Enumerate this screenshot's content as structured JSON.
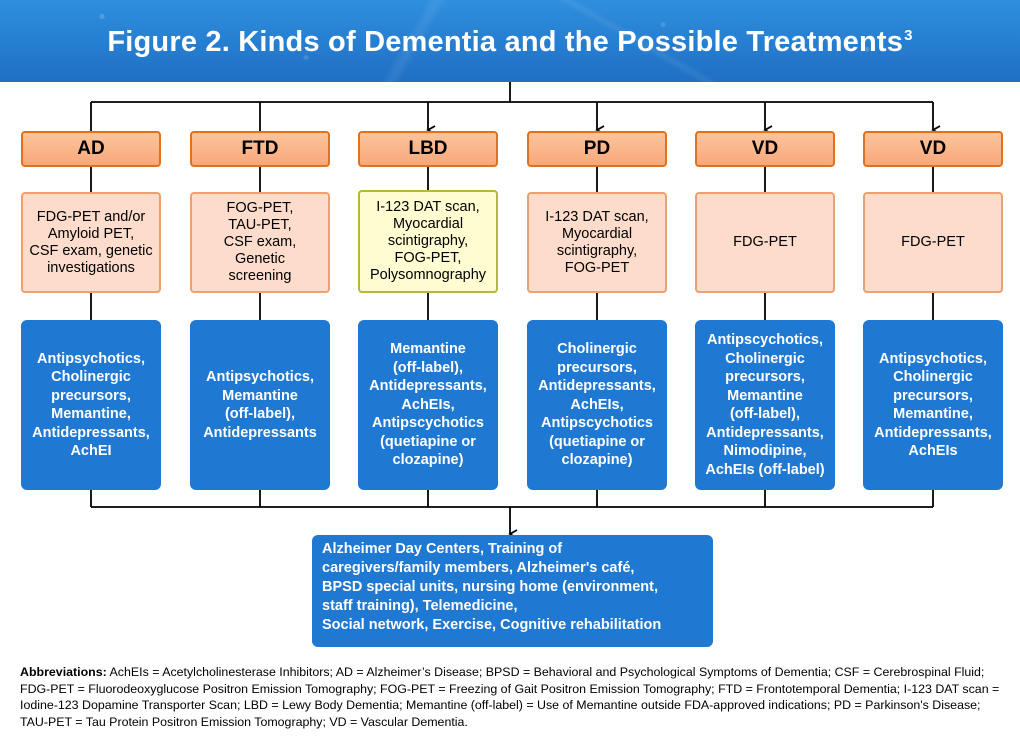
{
  "header": {
    "title": "Figure 2. Kinds of Dementia and the Possible Treatments",
    "title_superscript": "3"
  },
  "columns": [
    {
      "abbr": "AD",
      "diagnostics": "FDG-PET and/or\nAmyloid PET,\nCSF exam, genetic\ninvestigations",
      "diagnostics_style": "peach",
      "treatments": "Antipsychotics,\nCholinergic\nprecursors,\nMemantine,\nAntidepressants,\nAchEI"
    },
    {
      "abbr": "FTD",
      "diagnostics": "FOG-PET,\nTAU-PET,\nCSF exam,\nGenetic\nscreening",
      "diagnostics_style": "peach",
      "treatments": "Antipsychotics,\nMemantine\n(off-label),\nAntidepressants"
    },
    {
      "abbr": "LBD",
      "diagnostics": "I-123 DAT scan,\nMyocardial\nscintigraphy,\nFOG-PET,\nPolysomnography",
      "diagnostics_style": "yellow",
      "treatments": "Memantine\n(off-label),\nAntidepressants,\nAchEIs,\nAntipscychotics\n(quetiapine or\nclozapine)"
    },
    {
      "abbr": "PD",
      "diagnostics": "I-123 DAT scan,\nMyocardial\nscintigraphy,\nFOG-PET",
      "diagnostics_style": "peach",
      "treatments": "Cholinergic\nprecursors,\nAntidepressants,\nAchEIs,\nAntipscychotics\n(quetiapine or\nclozapine)"
    },
    {
      "abbr": "VD",
      "diagnostics": "FDG-PET",
      "diagnostics_style": "peach",
      "treatments": "Antipscychotics,\nCholinergic\nprecursors,\nMemantine\n(off-label),\nAntidepressants,\nNimodipine,\nAchEIs (off-label)"
    },
    {
      "abbr": "VD",
      "diagnostics": "FDG-PET",
      "diagnostics_style": "peach",
      "treatments": "Antipsychotics,\nCholinergic\nprecursors,\nMemantine,\nAntidepressants,\nAchEIs"
    }
  ],
  "common_care": {
    "lines": [
      "Alzheimer Day Centers, Training of",
      "caregivers/family members, Alzheimer's café,",
      "BPSD special units, nursing home (environment,",
      "staff training), Telemedicine,",
      "Social network, Exercise, Cognitive rehabilitation"
    ]
  },
  "abbreviations": {
    "label": "Abbreviations:",
    "text": " AchEIs = Acetylcholinesterase Inhibitors; AD = Alzheimer’s Disease; BPSD = Behavioral and Psychological Symptoms of Dementia; CSF = Cerebrospinal Fluid; FDG-PET = Fluorodeoxyglucose Positron Emission Tomography; FOG-PET = Freezing of Gait Positron Emission Tomography; FTD = Frontotemporal Dementia; I-123 DAT scan = Iodine-123 Dopamine Transporter Scan; LBD = Lewy Body Dementia; Memantine (off-label) = Use of Memantine outside FDA-approved indications; PD = Parkinson's Disease; TAU-PET = Tau Protein Positron Emission Tomography; VD = Vascular Dementia."
  },
  "colors": {
    "header_blue": "#1f6fc4",
    "abbr_box_fill": "#f7a87a",
    "abbr_box_border": "#e0721f",
    "diagnostic_fill": "#fddccb",
    "diagnostic_yellow_fill": "#fefcd0",
    "treatment_blue": "#1f78d1",
    "connector": "#000000"
  }
}
